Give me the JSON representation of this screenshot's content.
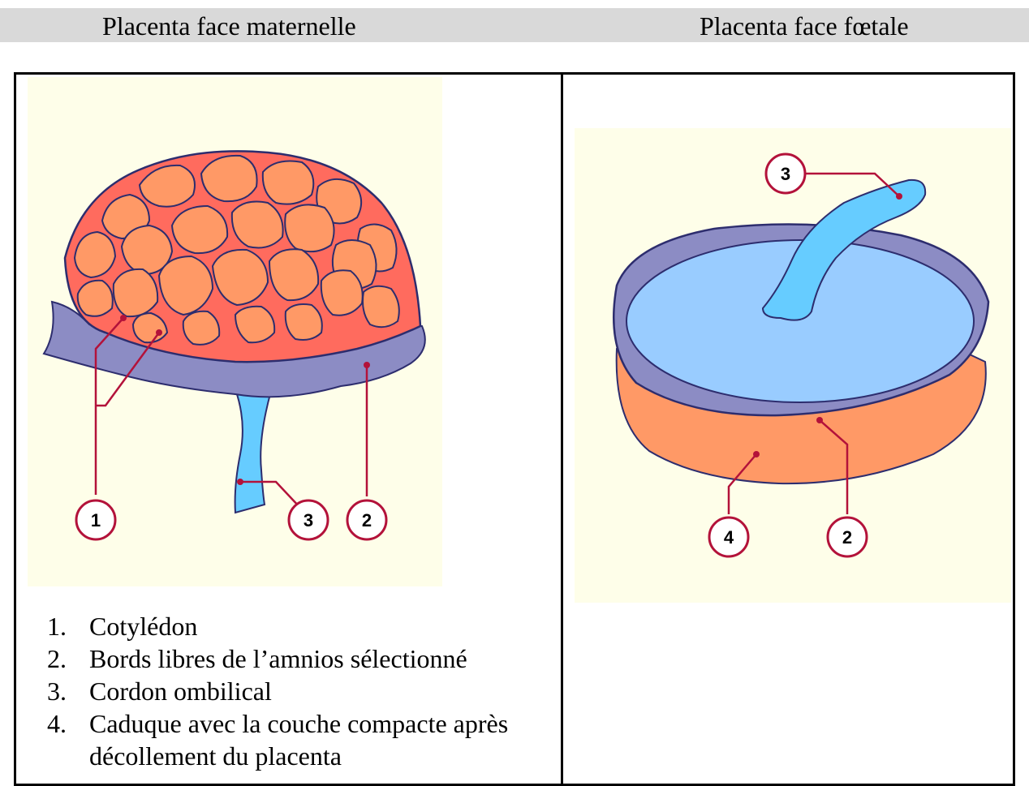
{
  "header": {
    "left_title": "Placenta face maternelle",
    "right_title": "Placenta face fœtale"
  },
  "left_diagram": {
    "callouts": [
      "1",
      "3",
      "2"
    ]
  },
  "right_diagram": {
    "callouts": [
      "3",
      "4",
      "2"
    ]
  },
  "legend": {
    "items": [
      {
        "number": "1.",
        "text": "Cotylédon"
      },
      {
        "number": "2.",
        "text": "Bords libres de l’amnios sélectionné"
      },
      {
        "number": "3.",
        "text": "Cordon ombilical"
      },
      {
        "number": "4.",
        "text": "Caduque avec la couche compacte après décollement du placenta"
      }
    ]
  },
  "colors": {
    "cotyledon": "#ff9966",
    "septa": "#ff6b5e",
    "amnion_rim": "#8c8cc4",
    "cord": "#66ccff",
    "fetal_face": "#99ccff",
    "decidua": "#ff9966",
    "callout_line": "#b3123a",
    "panel_background": "#fefee9"
  }
}
